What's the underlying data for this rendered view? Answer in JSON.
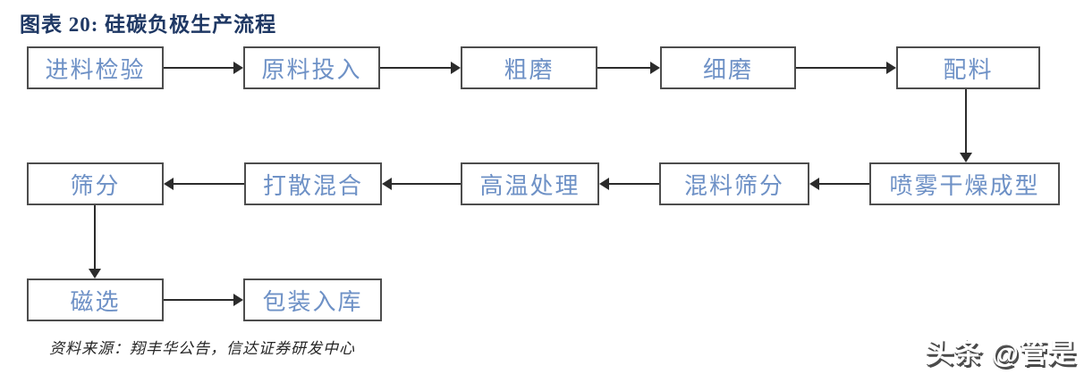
{
  "title": "图表 20: 硅碳负极生产流程",
  "flow": {
    "nodes": [
      {
        "label": "进料检验"
      },
      {
        "label": "原料投入"
      },
      {
        "label": "粗磨"
      },
      {
        "label": "细磨"
      },
      {
        "label": "配料"
      },
      {
        "label": "喷雾干燥成型"
      },
      {
        "label": "混料筛分"
      },
      {
        "label": "高温处理"
      },
      {
        "label": "打散混合"
      },
      {
        "label": "筛分"
      },
      {
        "label": "磁选"
      },
      {
        "label": "包装入库"
      }
    ],
    "edges": [
      {
        "from": "进料检验",
        "to": "原料投入"
      },
      {
        "from": "原料投入",
        "to": "粗磨"
      },
      {
        "from": "粗磨",
        "to": "细磨"
      },
      {
        "from": "细磨",
        "to": "配料"
      },
      {
        "from": "配料",
        "to": "喷雾干燥成型"
      },
      {
        "from": "喷雾干燥成型",
        "to": "混料筛分"
      },
      {
        "from": "混料筛分",
        "to": "高温处理"
      },
      {
        "from": "高温处理",
        "to": "打散混合"
      },
      {
        "from": "打散混合",
        "to": "筛分"
      },
      {
        "from": "筛分",
        "to": "磁选"
      },
      {
        "from": "磁选",
        "to": "包装入库"
      }
    ]
  },
  "source_note": "资料来源：翔丰华公告，信达证券研发中心",
  "watermark": "头条 @管是",
  "colors": {
    "title": "#1f3864",
    "node_text": "#6e91c6",
    "node_border": "#4d4d4d",
    "arrow": "#2b2b2b",
    "watermark_shadow": "#4a4a4a"
  }
}
